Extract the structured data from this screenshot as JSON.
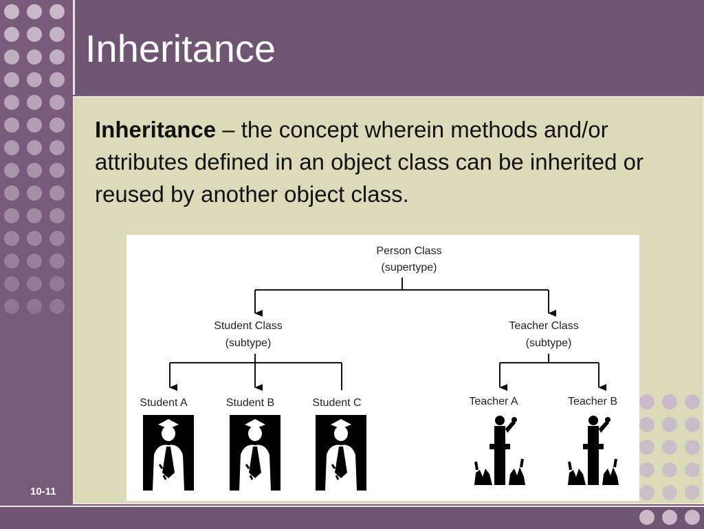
{
  "slide": {
    "title": "Inheritance",
    "definition_term": "Inheritance",
    "definition_text": " – the concept wherein methods and/or attributes defined in an object class can be inherited or reused by another object class.",
    "slide_number": "10-11"
  },
  "diagram": {
    "root": {
      "name": "Person Class",
      "role": "(supertype)"
    },
    "children": [
      {
        "name": "Student Class",
        "role": "(subtype)",
        "leaves": [
          "Student A",
          "Student B",
          "Student C"
        ]
      },
      {
        "name": "Teacher Class",
        "role": "(subtype)",
        "leaves": [
          "Teacher A",
          "Teacher B"
        ]
      }
    ]
  },
  "colors": {
    "title_bar": "#6e5572",
    "content_bg": "#dcdbb9",
    "dot": "#c9b9c9"
  },
  "icons": [
    "graduate-silhouette-icon",
    "teacher-podium-icon"
  ]
}
